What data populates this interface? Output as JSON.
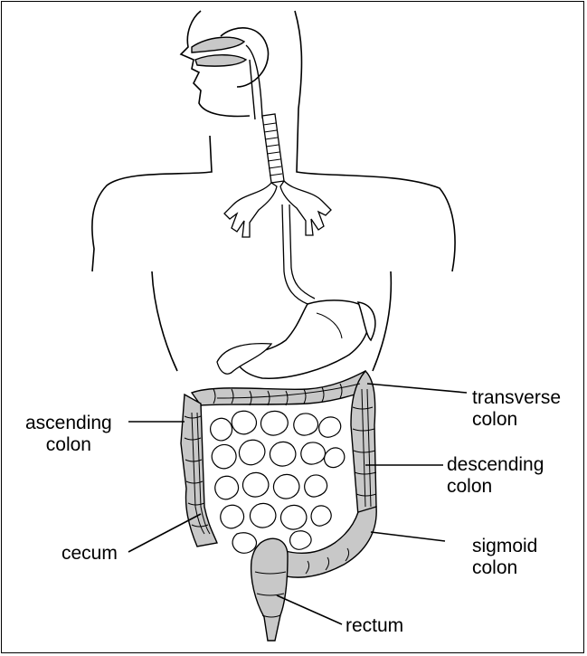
{
  "labels": {
    "ascending_colon": [
      "ascending",
      "colon"
    ],
    "transverse_colon": [
      "transverse",
      "colon"
    ],
    "descending_colon": [
      "descending",
      "colon"
    ],
    "sigmoid_colon": [
      "sigmoid",
      "colon"
    ],
    "cecum": "cecum",
    "rectum": "rectum"
  },
  "colors": {
    "outline": "#000000",
    "colon_fill": "#c8c8c8",
    "organ_fill": "#ffffff",
    "background": "#ffffff"
  }
}
